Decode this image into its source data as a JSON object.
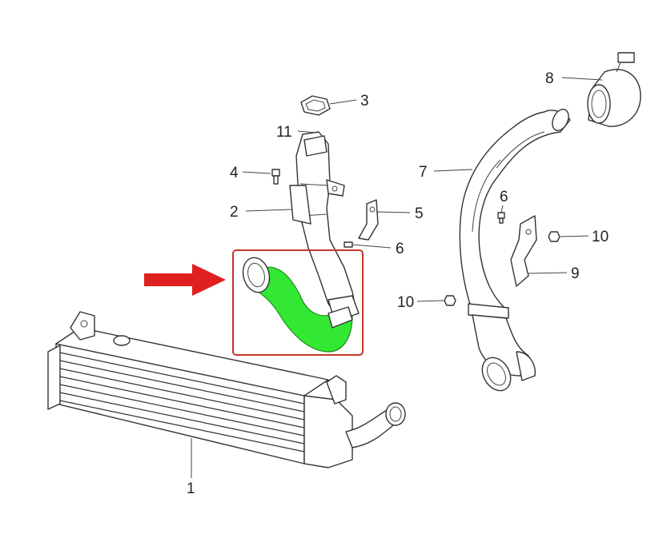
{
  "callouts": [
    {
      "id": "1",
      "text": "1"
    },
    {
      "id": "2",
      "text": "2"
    },
    {
      "id": "3",
      "text": "3"
    },
    {
      "id": "4",
      "text": "4"
    },
    {
      "id": "5",
      "text": "5"
    },
    {
      "id": "6a",
      "text": "6"
    },
    {
      "id": "6b",
      "text": "6"
    },
    {
      "id": "7",
      "text": "7"
    },
    {
      "id": "8",
      "text": "8"
    },
    {
      "id": "9",
      "text": "9"
    },
    {
      "id": "10a",
      "text": "10"
    },
    {
      "id": "10b",
      "text": "10"
    },
    {
      "id": "11",
      "text": "11"
    }
  ],
  "colors": {
    "highlight_hose": "#33e833",
    "highlight_box": "#c0392b",
    "arrow": "#e02020",
    "line_art": "#333333"
  }
}
